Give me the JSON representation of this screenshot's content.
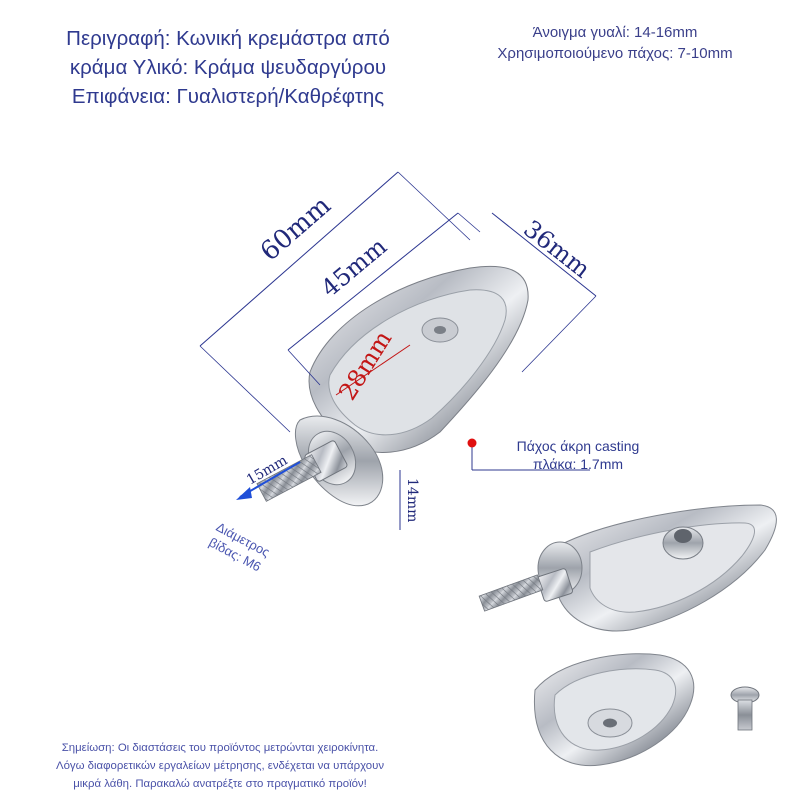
{
  "description": {
    "line1": "Περιγραφή: Κωνική κρεμάστρα από",
    "line2": "κράμα Υλικό: Κράμα ψευδαργύρου",
    "line3": "Επιφάνεια: Γυαλιστερή/Καθρέφτης"
  },
  "specs": {
    "glass_opening": "Άνοιγμα γυαλί: 14-16mm",
    "thickness_used": "Χρησιμοποιούμενο πάχος: 7-10mm"
  },
  "dimensions": {
    "length_total": "60mm",
    "length_body": "45mm",
    "width": "36mm",
    "gap": "28mm",
    "screw_length": "15mm",
    "height": "14mm"
  },
  "callouts": {
    "casting_thickness_line1": "Πάχος άκρη casting",
    "casting_thickness_line2": "πλάκα: 1.7mm",
    "screw_diameter_line1": "Διάμετρος",
    "screw_diameter_line2": "βίδας: M6"
  },
  "note": {
    "line1": "Σημείωση: Οι διαστάσεις του προϊόντος μετρώνται χειροκίνητα.",
    "line2": "Λόγω διαφορετικών εργαλείων μέτρησης, ενδέχεται να υπάρχουν",
    "line3": "μικρά λάθη. Παρακαλώ ανατρέξτε στο πραγματικό προϊόν!"
  },
  "colors": {
    "text_blue": "#2f3a8f",
    "dimension_red": "#c31616",
    "marker_red": "#e01010",
    "arrow_blue": "#1f4fd8"
  },
  "icons": {
    "marker": "red-dot-marker",
    "arrow": "double-arrow"
  }
}
